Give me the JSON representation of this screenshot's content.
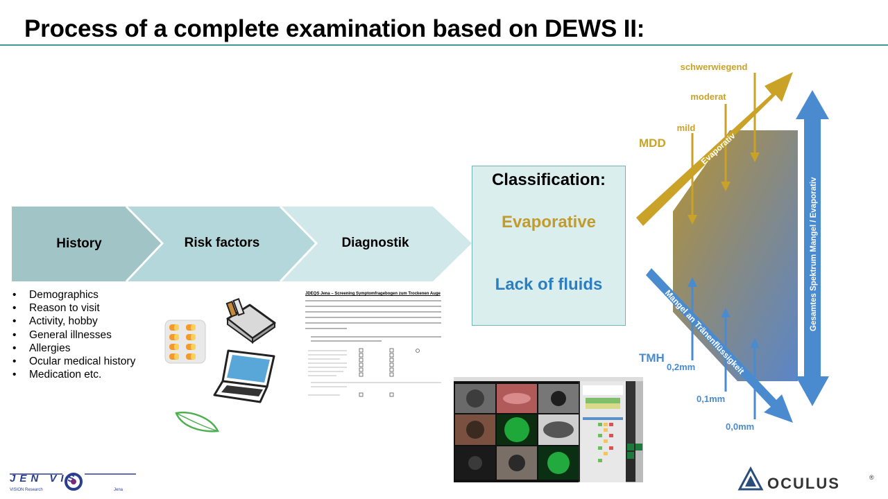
{
  "title": "Process of a complete examination based on DEWS II:",
  "steps": [
    {
      "label": "History"
    },
    {
      "label": "Risk factors"
    },
    {
      "label": "Diagnostik"
    }
  ],
  "history_items": [
    "Demographics",
    "Reason to visit",
    "Activity, hobby",
    "General illnesses",
    "Allergies",
    "Ocular medical history",
    "Medication etc."
  ],
  "classification": {
    "title": "Classification:",
    "evaporative": "Evaporative",
    "lack_of_fluids": "Lack of fluids"
  },
  "diagram": {
    "severity": [
      "schwerwiegend",
      "moderat",
      "mild"
    ],
    "mdd": "MDD",
    "tmh": "TMH",
    "evaporativ": "Evaporativ",
    "mangel": "Mangel an Tränenflüssigkeit",
    "spectrum": "Gesamtes Spektrum Mangel / Evaporativ",
    "tmh_values": [
      "0,2mm",
      "0,1mm",
      "0,0mm"
    ],
    "colors": {
      "gold": "#c9a227",
      "blue": "#4a8bd0"
    }
  },
  "questionnaire": {
    "title": "JDEQS Jena – Screening Symptomfragebogen zum Trockenen Auge"
  },
  "logos": {
    "jenvis": "JEN VIS",
    "jenvis_sub_left": "VISION Research",
    "jenvis_sub_right": "Jena",
    "oculus": "OCULUS",
    "oculus_mark": "®"
  },
  "icons": [
    "pill-blister-icon",
    "cigarette-pack-icon",
    "laptop-icon",
    "leaf-icon"
  ]
}
